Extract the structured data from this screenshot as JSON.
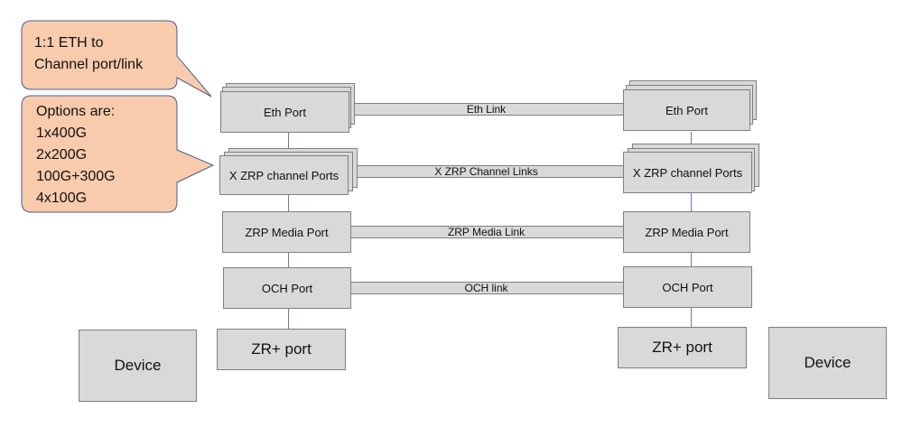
{
  "callouts": {
    "eth_mapping_lines": [
      "1:1 ETH to",
      "Channel port/link"
    ],
    "options_lines": [
      "Options are:",
      "1x400G",
      "2x200G",
      "100G+300G",
      "4x100G"
    ]
  },
  "left": {
    "eth_port": "Eth Port",
    "zrp_channel_ports": "X ZRP channel Ports",
    "zrp_media_port": "ZRP Media Port",
    "och_port": "OCH Port",
    "zr_port": "ZR+ port",
    "device": "Device"
  },
  "right": {
    "eth_port": "Eth Port",
    "zrp_channel_ports": "X ZRP channel Ports",
    "zrp_media_port": "ZRP Media Port",
    "och_port": "OCH Port",
    "zr_port": "ZR+ port",
    "device": "Device"
  },
  "links": {
    "eth": "Eth Link",
    "zrp_channel": "X ZRP Channel Links",
    "zrp_media": "ZRP Media Link",
    "och": "OCH link"
  },
  "colors": {
    "callout_fill": "#f8cbad",
    "callout_stroke": "#4a5f8a",
    "box_fill": "#d9d9d9",
    "connector": "#5b7fb5"
  }
}
